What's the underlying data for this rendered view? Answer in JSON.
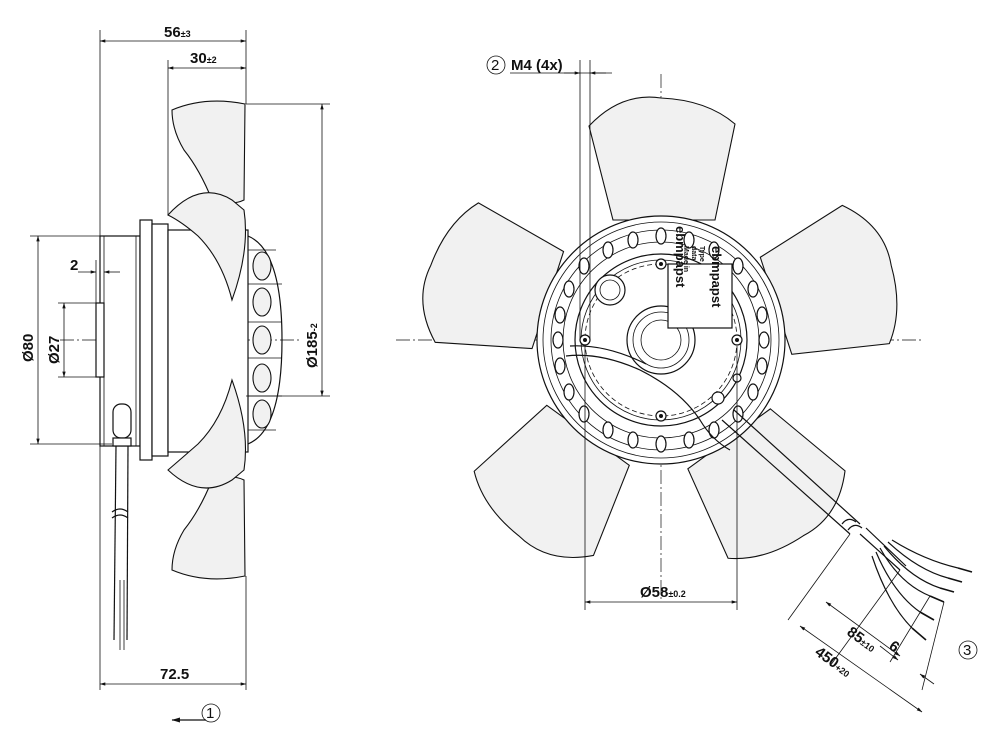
{
  "side_view": {
    "depth_overall": {
      "main": "56",
      "tol": "±3"
    },
    "depth_rotor": {
      "main": "30",
      "tol": "±2"
    },
    "flange_step": {
      "main": "2"
    },
    "hub_diameter": {
      "main": "Ø80"
    },
    "shaft_diameter": {
      "main": "Ø27"
    },
    "fan_diameter": {
      "main": "Ø185",
      "tol": "-2"
    },
    "total_length": {
      "main": "72.5"
    },
    "airflow_callout": "1"
  },
  "front_view": {
    "mounting_callout": "2",
    "mounting_thread": "M4 (4x)",
    "bolt_circle": {
      "main": "Ø58",
      "tol": "±0.2"
    },
    "cable_callout": "3",
    "cable_length": {
      "main": "450",
      "tol": "+20"
    },
    "strip_length": {
      "main": "85",
      "tol": "±10"
    },
    "wire_end": {
      "main": "6"
    },
    "brand_label": "ebmpapst",
    "stamp_lines": [
      "Type",
      "data",
      "Made in"
    ]
  }
}
